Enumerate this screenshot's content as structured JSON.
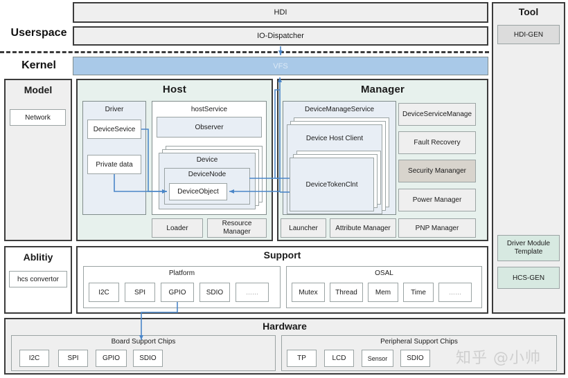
{
  "layers": {
    "userspace_label": "Userspace",
    "kernel_label": "Kernel"
  },
  "top_stack": {
    "hdi": "HDI",
    "io_dispatcher": "IO-Dispatcher",
    "vfs": "VFS"
  },
  "tool_column": {
    "title": "Tool",
    "items": [
      {
        "label": "HDI-GEN",
        "fill": "#dcdcdc"
      },
      {
        "label": "Driver Module Template",
        "fill": "#d7e9e1"
      },
      {
        "label": "HCS-GEN",
        "fill": "#d7e9e1"
      }
    ]
  },
  "model_panel": {
    "title": "Model",
    "items": [
      "Network"
    ]
  },
  "ability_panel": {
    "title": "Ablitiy",
    "items": [
      "hcs convertor"
    ]
  },
  "host_panel": {
    "title": "Host",
    "driver": {
      "title": "Driver",
      "items": [
        "DeviceSevice",
        "Private data"
      ]
    },
    "host_service": {
      "title": "hostService",
      "observer": "Observer",
      "device": "Device",
      "device_node": "DeviceNode",
      "device_object": "DeviceObject"
    },
    "footer_items": [
      "Loader",
      "Resource Manager"
    ]
  },
  "manager_panel": {
    "title": "Manager",
    "device_manage_service": {
      "title": "DeviceManageService",
      "device_host_client": "Device Host Client",
      "device_token_clnt": "DeviceTokenClnt"
    },
    "right_items": [
      {
        "label": "DeviceServiceManage",
        "fill": "#efefef"
      },
      {
        "label": "Fault Recovery",
        "fill": "#efefef"
      },
      {
        "label": "Security Mananger",
        "fill": "#d8d4cd"
      },
      {
        "label": "Power Manager",
        "fill": "#efefef"
      }
    ],
    "footer_items": [
      "Launcher",
      "Attribute Manager",
      "PNP Manager"
    ]
  },
  "support_panel": {
    "title": "Support",
    "platform": {
      "title": "Platform",
      "items": [
        "I2C",
        "SPI",
        "GPIO",
        "SDIO",
        "……"
      ]
    },
    "osal": {
      "title": "OSAL",
      "items": [
        "Mutex",
        "Thread",
        "Mem",
        "Time",
        "……"
      ]
    }
  },
  "hardware_panel": {
    "title": "Hardware",
    "board": {
      "title": "Board Support Chips",
      "items": [
        "I2C",
        "SPI",
        "GPIO",
        "SDIO"
      ]
    },
    "peripheral": {
      "title": "Peripheral Support Chips",
      "items": [
        "TP",
        "LCD",
        "Sensor",
        "SDIO"
      ]
    }
  },
  "watermark": "知乎 @小帅",
  "colors": {
    "vfs_blue": "#a9c9e8",
    "host_mint": "#e7f1ed",
    "manager_mint": "#e7f1ed",
    "arrow_blue": "#4a86c8",
    "stroke_dark": "#3b3b3b"
  }
}
